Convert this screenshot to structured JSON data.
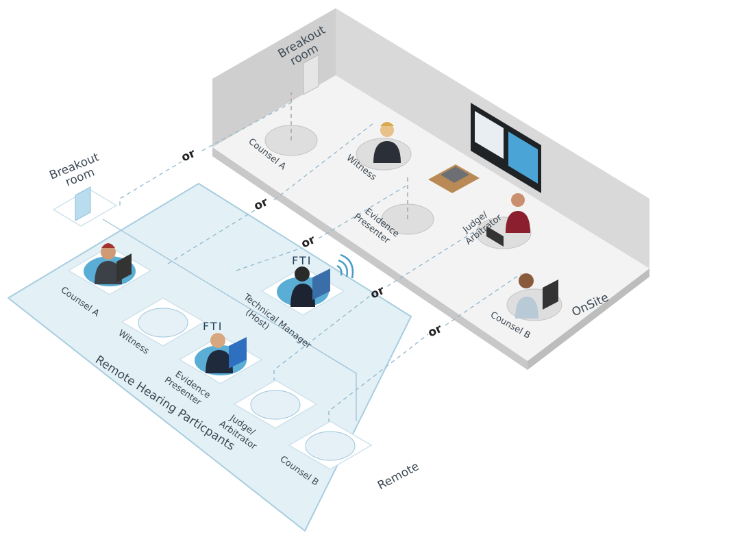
{
  "onsite": {
    "zone_label": "OnSite",
    "breakout_label_1": "Breakout",
    "breakout_label_2": "room",
    "roles": {
      "counsel_a": "Counsel A",
      "witness": "Witness",
      "evidence_1": "Evidence",
      "evidence_2": "Presenter",
      "judge_1": "Judge/",
      "judge_2": "Arbitrator",
      "counsel_b": "Counsel B"
    }
  },
  "remote": {
    "zone_label": "Remote",
    "group_label": "Remote Hearing Particpants",
    "breakout_label_1": "Breakout",
    "breakout_label_2": "room",
    "roles": {
      "counsel_a": "Counsel A",
      "witness": "Witness",
      "evidence_1": "Evidence",
      "evidence_2": "Presenter",
      "judge_1": "Judge/",
      "judge_2": "Arbitrator",
      "counsel_b": "Counsel B",
      "tech_1": "Technical Manager",
      "tech_2": "(Host)"
    },
    "brand_1": "FTI",
    "brand_2": "FTI"
  },
  "connectors": {
    "or_1": "or",
    "or_2": "or",
    "or_3": "or",
    "or_4": "or",
    "or_5": "or"
  },
  "colors": {
    "platform": "#e3f0f6",
    "platform_stroke": "#a8cde0",
    "accent": "#4a9cc6",
    "wall": "#d6d6d6",
    "floor": "#f1f1f1"
  }
}
